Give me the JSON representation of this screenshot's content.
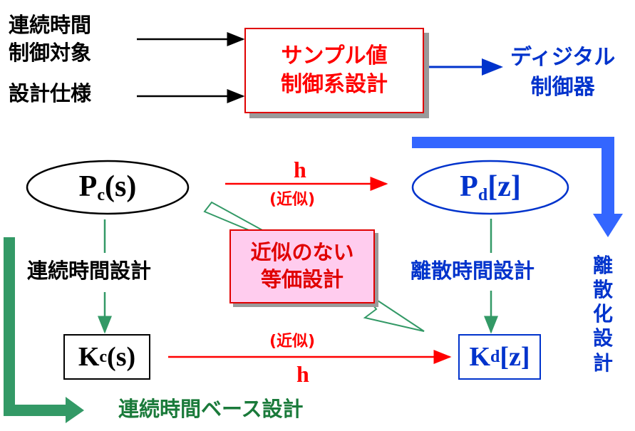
{
  "inputs": {
    "plant": [
      "連続時間",
      "制御対象"
    ],
    "spec": "設計仕様"
  },
  "main_box": [
    "サンプル値",
    "制御系設計"
  ],
  "output": [
    "ディジタル",
    "制御器"
  ],
  "pc": {
    "main": "P",
    "sub": "c",
    "arg": "(s)"
  },
  "pd": {
    "main": "P",
    "sub": "d",
    "arg": "[z]"
  },
  "kc": {
    "main": "K",
    "sub": "c",
    "arg": "(s)"
  },
  "kd": {
    "main": "K",
    "sub": "d",
    "arg": "[z]"
  },
  "top_arrow": {
    "h": "h",
    "approx": "(近似)"
  },
  "bottom_arrow": {
    "h": "h",
    "approx": "(近似)"
  },
  "left_design": "連続時間設計",
  "right_design": "離散時間設計",
  "equivalent": [
    "近似のない",
    "等価設計"
  ],
  "discretize_design": [
    "離",
    "散",
    "化",
    "設",
    "計"
  ],
  "cont_base": "連続時間ベース設計",
  "colors": {
    "red": "#ff0000",
    "blue": "#3366ff",
    "green": "#339966",
    "pink": "#ffccee"
  }
}
